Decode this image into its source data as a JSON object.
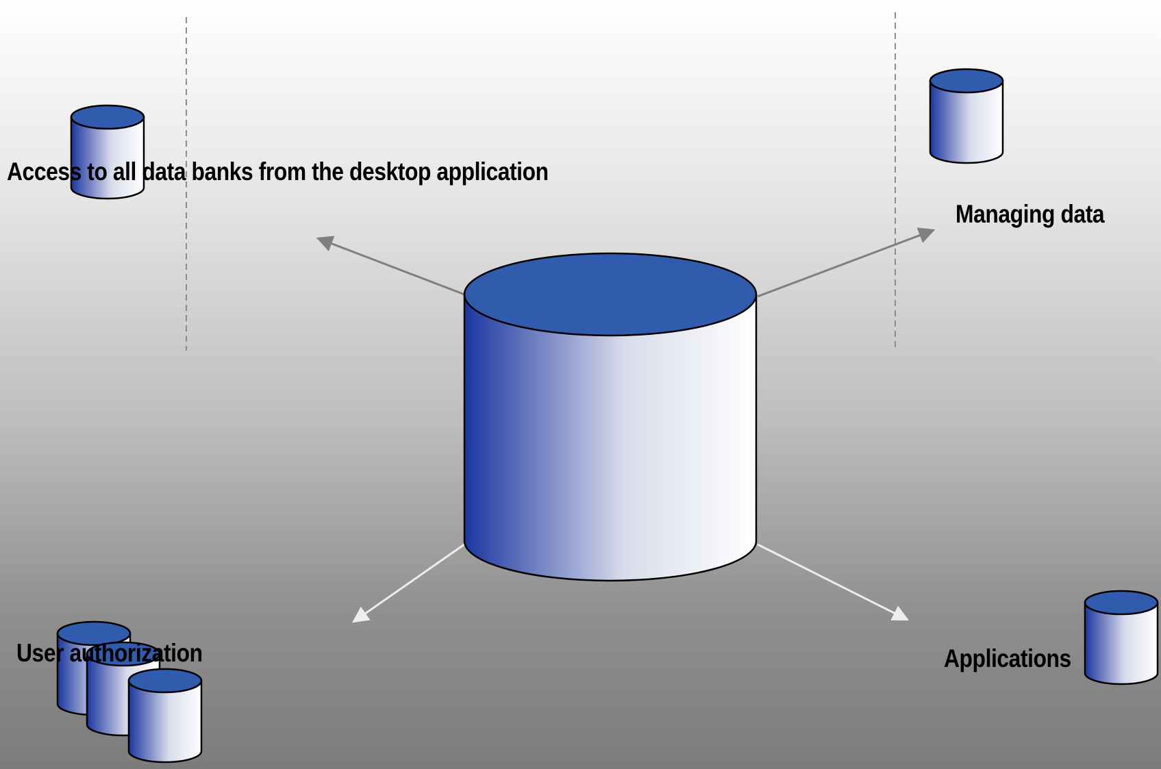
{
  "diagram": {
    "labels": {
      "access": "Access to all data banks from the desktop application",
      "managing": "Managing data",
      "user_auth": "User authorization",
      "applications": "Applications"
    },
    "colors": {
      "cylinder_top": "#315BAC",
      "cylinder_dark": "#1B36A0",
      "cylinder_light": "#FFFFFF",
      "outline": "#000000",
      "arrow_upper": "#7F7F7F",
      "arrow_lower": "#EDEDED",
      "divider": "#8C8C8C"
    }
  }
}
